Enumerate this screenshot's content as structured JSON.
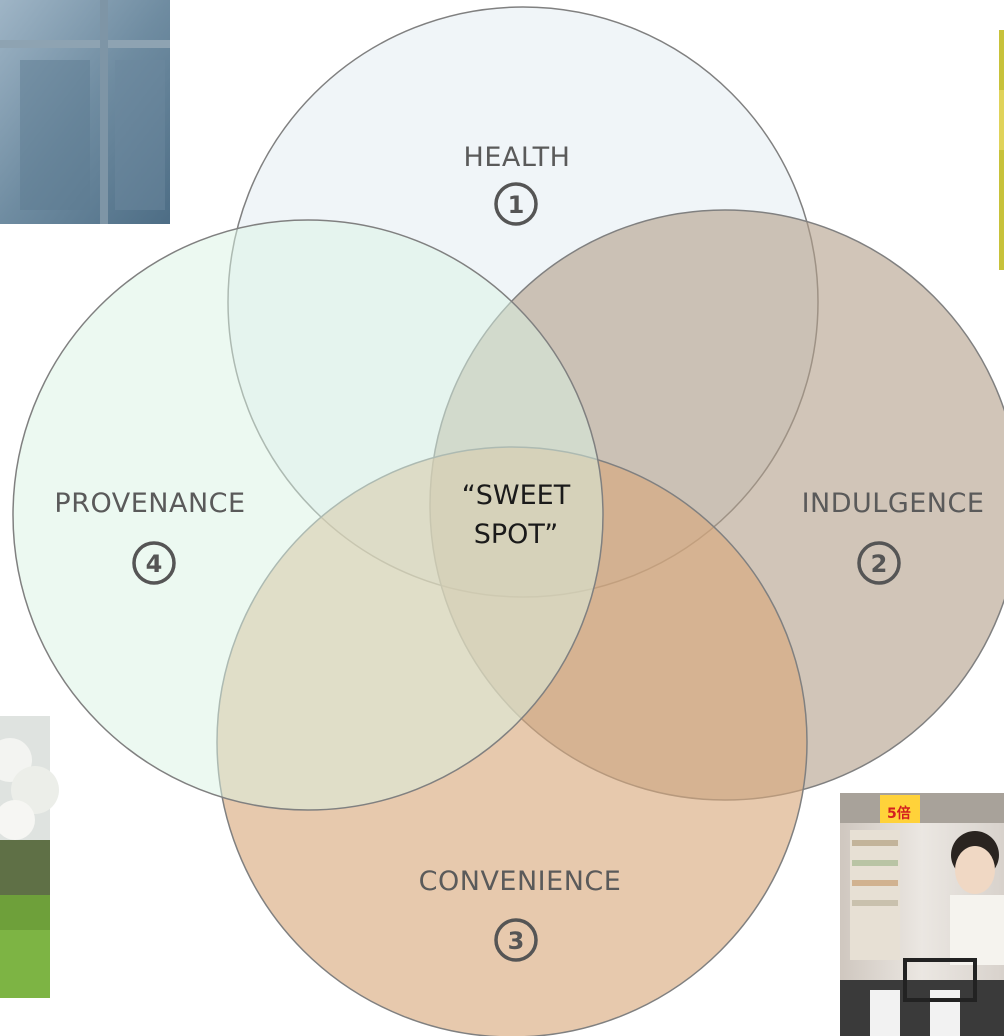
{
  "diagram": {
    "type": "venn",
    "sets": [
      {
        "id": "health",
        "label": "HEALTH",
        "number": "1",
        "fill": "#e3ecf2"
      },
      {
        "id": "indulgence",
        "label": "INDULGENCE",
        "number": "2",
        "fill": "#b29e88"
      },
      {
        "id": "convenience",
        "label": "CONVENIENCE",
        "number": "3",
        "fill": "#d9a87b"
      },
      {
        "id": "provenance",
        "label": "PROVENANCE",
        "number": "4",
        "fill": "#d9f4e3"
      }
    ],
    "center": {
      "line1": "“SWEET",
      "line2": "SPOT”"
    }
  },
  "photos": [
    {
      "id": "greenhouse-photo",
      "subject": "greenhouse window"
    },
    {
      "id": "orchard-photo",
      "subject": "blossoming orchard"
    },
    {
      "id": "supermarket-photo",
      "subject": "woman shopping in supermarket",
      "sign_text": "5倍"
    },
    {
      "id": "edge-photo",
      "subject": "cropped photo edge"
    }
  ],
  "colors": {
    "circle_stroke": "#808080",
    "label": "#5a5a5a",
    "center_label": "#1a1a1a",
    "number_badge": "#555555"
  }
}
